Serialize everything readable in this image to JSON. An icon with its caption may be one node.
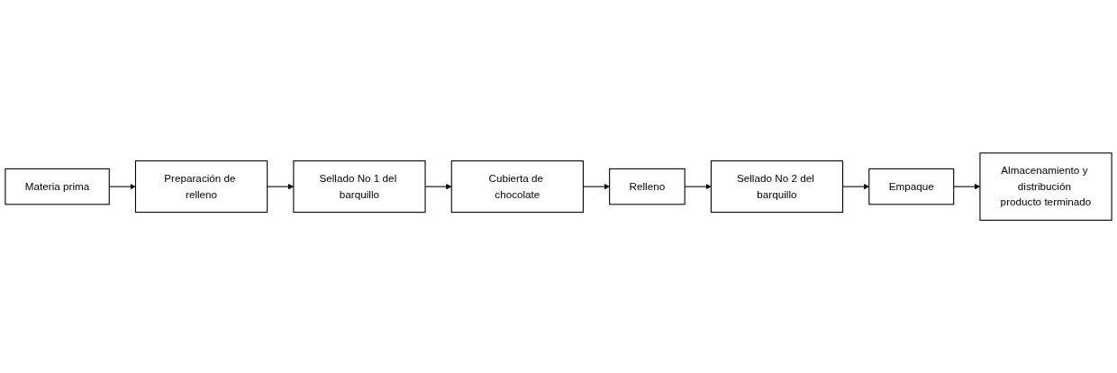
{
  "diagram": {
    "nodes": [
      {
        "text": [
          "Materia prima"
        ]
      },
      {
        "text": [
          "Preparación de relleno"
        ]
      },
      {
        "text": [
          "Sellado No 1 del barquillo"
        ]
      },
      {
        "text": [
          "Cubierta de chocolate"
        ]
      },
      {
        "text": [
          "Relleno"
        ]
      },
      {
        "text": [
          "Sellado No 2 del barquillo"
        ]
      },
      {
        "text": [
          "Empaque"
        ]
      },
      {
        "text": [
          "Almacenamiento y distribución producto terminado"
        ]
      }
    ],
    "edges": [
      {
        "from": 0,
        "to": 1,
        "arrow": "to"
      },
      {
        "from": 1,
        "to": 2,
        "arrow": "to"
      },
      {
        "from": 2,
        "to": 3,
        "arrow": "to"
      },
      {
        "from": 3,
        "to": 4,
        "arrow": "to"
      },
      {
        "from": 4,
        "to": 5,
        "arrow": "to"
      },
      {
        "from": 5,
        "to": 6,
        "arrow": "to"
      },
      {
        "from": 6,
        "to": 7,
        "arrow": "to"
      }
    ]
  }
}
